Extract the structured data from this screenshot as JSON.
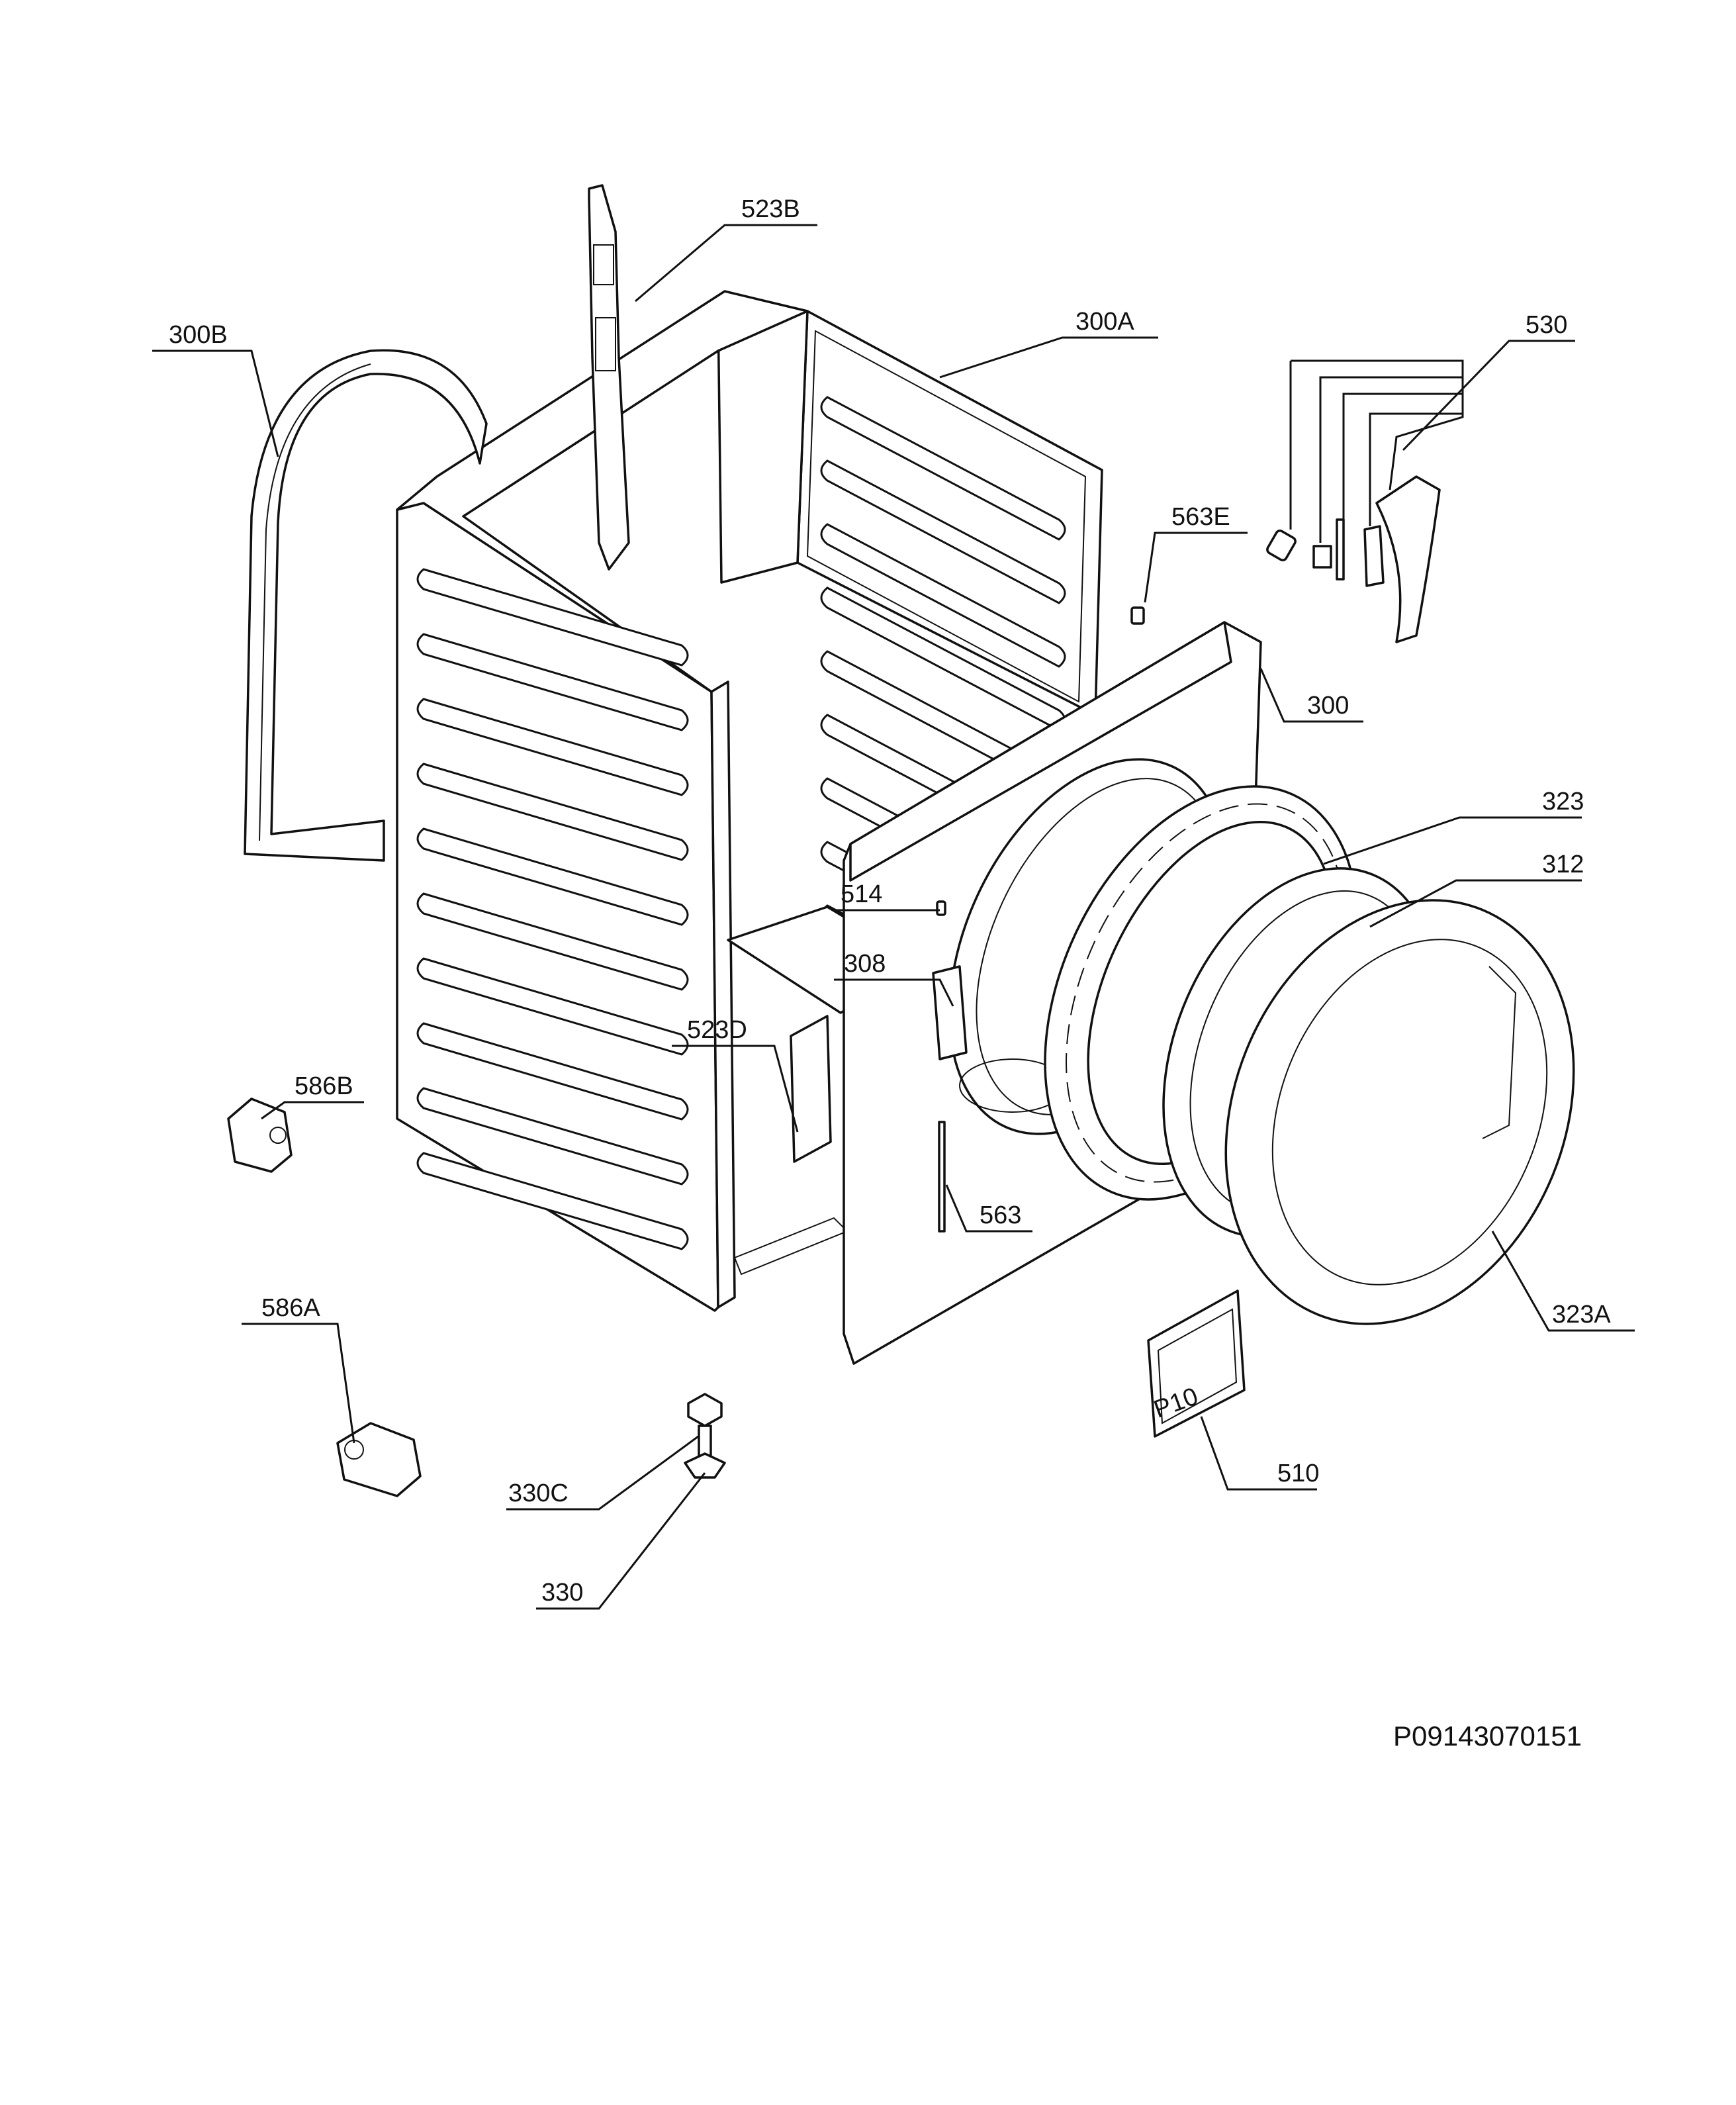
{
  "callouts": {
    "c523B": "523B",
    "c300B": "300B",
    "c300A": "300A",
    "c530": "530",
    "c563E": "563E",
    "c300": "300",
    "c323": "323",
    "c312": "312",
    "c514": "514",
    "c308": "308",
    "c523D": "523D",
    "c586B": "586B",
    "c563": "563",
    "c323A": "323A",
    "c586A": "586A",
    "c330C": "330C",
    "c510": "510",
    "c330": "330"
  },
  "drawing_code": "P09143070151",
  "filter_label": "P10"
}
